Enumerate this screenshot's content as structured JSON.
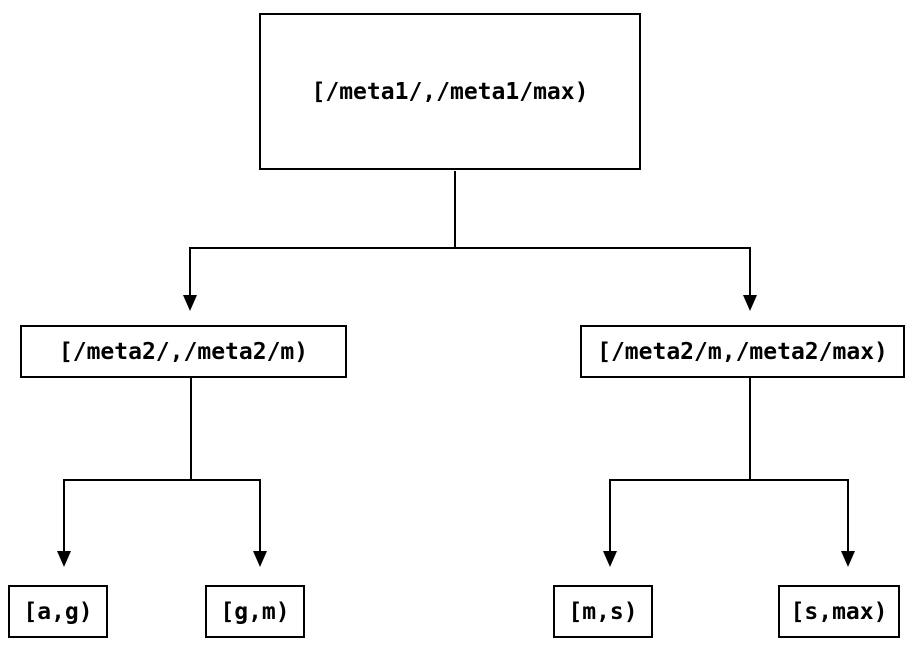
{
  "diagram": {
    "kind": "tree",
    "background_color": "#ffffff",
    "line_color": "#000000",
    "text_color": "#000000",
    "nodes": {
      "root": {
        "label": "[/meta1/,/meta1/max)"
      },
      "left_child": {
        "label": "[/meta2/,/meta2/m)"
      },
      "right_child": {
        "label": "[/meta2/m,/meta2/max)"
      },
      "leaf_ag": {
        "label": "[a,g)"
      },
      "leaf_gm": {
        "label": "[g,m)"
      },
      "leaf_ms": {
        "label": "[m,s)"
      },
      "leaf_smax": {
        "label": "[s,max)"
      }
    },
    "edges": [
      {
        "from": "root",
        "to": "left_child"
      },
      {
        "from": "root",
        "to": "right_child"
      },
      {
        "from": "left_child",
        "to": "leaf_ag"
      },
      {
        "from": "left_child",
        "to": "leaf_gm"
      },
      {
        "from": "right_child",
        "to": "leaf_ms"
      },
      {
        "from": "right_child",
        "to": "leaf_smax"
      }
    ]
  }
}
